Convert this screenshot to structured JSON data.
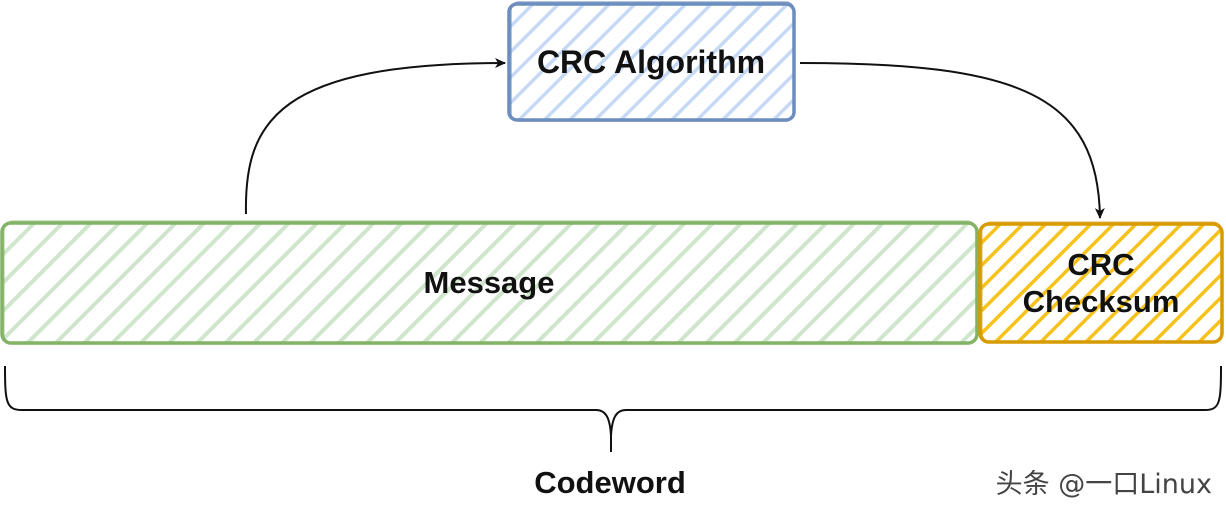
{
  "diagram": {
    "nodes": {
      "algorithm": {
        "label": "CRC Algorithm",
        "color": "#6c8ebf",
        "fill": "#dae8fc"
      },
      "message": {
        "label": "Message",
        "color": "#82b366",
        "fill": "#d5e8d4"
      },
      "checksum": {
        "label_line1": "CRC",
        "label_line2": "Checksum",
        "color": "#d79b00",
        "fill": "#ffcd28"
      }
    },
    "brace_label": "Codeword",
    "edges": [
      {
        "from": "message",
        "to": "algorithm"
      },
      {
        "from": "algorithm",
        "to": "checksum"
      }
    ]
  },
  "watermark": "头条 @一口Linux"
}
